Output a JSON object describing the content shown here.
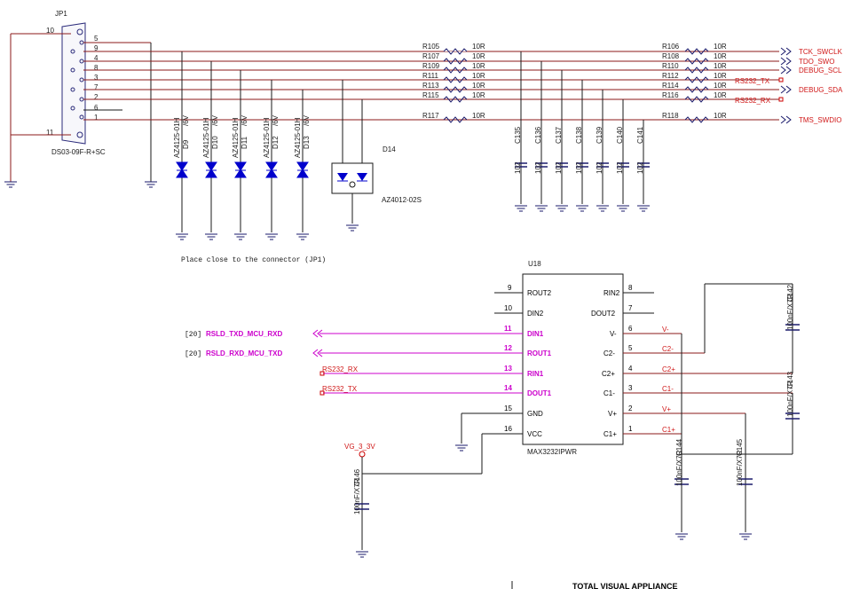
{
  "connector": {
    "ref": "JP1",
    "part": "DS03-09F-R+SC",
    "shell_pins": [
      "10",
      "11"
    ],
    "pins": [
      "5",
      "9",
      "4",
      "8",
      "3",
      "7",
      "2",
      "6",
      "1"
    ]
  },
  "series_resistors": {
    "left": [
      {
        "ref": "R105",
        "value": "10R"
      },
      {
        "ref": "R107",
        "value": "10R"
      },
      {
        "ref": "R109",
        "value": "10R"
      },
      {
        "ref": "R111",
        "value": "10R"
      },
      {
        "ref": "R113",
        "value": "10R"
      },
      {
        "ref": "R115",
        "value": "10R"
      },
      {
        "ref": "R117",
        "value": "10R"
      }
    ],
    "right": [
      {
        "ref": "R106",
        "value": "10R"
      },
      {
        "ref": "R108",
        "value": "10R"
      },
      {
        "ref": "R110",
        "value": "10R"
      },
      {
        "ref": "R112",
        "value": "10R"
      },
      {
        "ref": "R114",
        "value": "10R"
      },
      {
        "ref": "R116",
        "value": "10R"
      },
      {
        "ref": "R118",
        "value": "10R"
      }
    ]
  },
  "output_nets": [
    "TCK_SWCLK",
    "TDO_SWO",
    "DEBUG_SCL",
    "DEBUG_SDA",
    "TMS_SWDIO"
  ],
  "rs232_local_nets": [
    "RS232_TX",
    "RS232_RX"
  ],
  "caps_top": [
    "C135",
    "C136",
    "C137",
    "C138",
    "C139",
    "C140",
    "C141"
  ],
  "cap_value_small": "102",
  "tvs_diodes": [
    {
      "ref": "AZ4125-01H",
      "overlay": "D9",
      "rating": "/6V"
    },
    {
      "ref": "AZ4125-01H",
      "overlay": "D10",
      "rating": "/6V"
    },
    {
      "ref": "AZ4125-01H",
      "overlay": "D11",
      "rating": "/6V"
    },
    {
      "ref": "AZ4125-01H",
      "overlay": "D12",
      "rating": "/6V"
    },
    {
      "ref": "AZ4125-01H",
      "overlay": "D13",
      "rating": "/6V"
    }
  ],
  "array_diode": {
    "ref": "D14",
    "part": "AZ4012-02S"
  },
  "placement_note": "Place close to the connector (JP1)",
  "ic": {
    "ref": "U18",
    "part": "MAX3232IPWR",
    "left_pins": [
      {
        "num": "9",
        "name": "ROUT2"
      },
      {
        "num": "10",
        "name": "DIN2"
      },
      {
        "num": "11",
        "name": "DIN1"
      },
      {
        "num": "12",
        "name": "ROUT1"
      },
      {
        "num": "13",
        "name": "RIN1"
      },
      {
        "num": "14",
        "name": "DOUT1"
      },
      {
        "num": "15",
        "name": "GND"
      },
      {
        "num": "16",
        "name": "VCC"
      }
    ],
    "right_pins": [
      {
        "num": "8",
        "name": "RIN2"
      },
      {
        "num": "7",
        "name": "DOUT2"
      },
      {
        "num": "6",
        "name": "V-"
      },
      {
        "num": "5",
        "name": "C2-"
      },
      {
        "num": "4",
        "name": "C2+"
      },
      {
        "num": "3",
        "name": "C1-"
      },
      {
        "num": "2",
        "name": "V+"
      },
      {
        "num": "1",
        "name": "C1+"
      }
    ],
    "right_nets": [
      "V-",
      "C2-",
      "C2+",
      "C1-",
      "V+",
      "C1+"
    ]
  },
  "mcu_signals": [
    {
      "sheet": "[20]",
      "name": "RSLD_TXD_MCU_RXD"
    },
    {
      "sheet": "[20]",
      "name": "RSLD_RXD_MCU_TXD"
    }
  ],
  "ic_input_nets": [
    "RS232_RX",
    "RS232_TX"
  ],
  "power_net": "VG_3_3V",
  "pump_caps": [
    {
      "ref": "C142",
      "value": "100nF/X7R"
    },
    {
      "ref": "C143",
      "value": "100nF/X7R"
    },
    {
      "ref": "C144",
      "value": "100nF/X7R"
    },
    {
      "ref": "C145",
      "value": "100nF/X7R"
    },
    {
      "ref": "C146",
      "value": "100nF/X7R"
    }
  ],
  "title_block": "TOTAL VISUAL APPLIANCE",
  "colors": {
    "wire": "#8b1a1a",
    "net_label": "#d01818",
    "mcu_net": "#cc00cc",
    "blue": "#0000cc",
    "part": "#1a1a6b"
  }
}
